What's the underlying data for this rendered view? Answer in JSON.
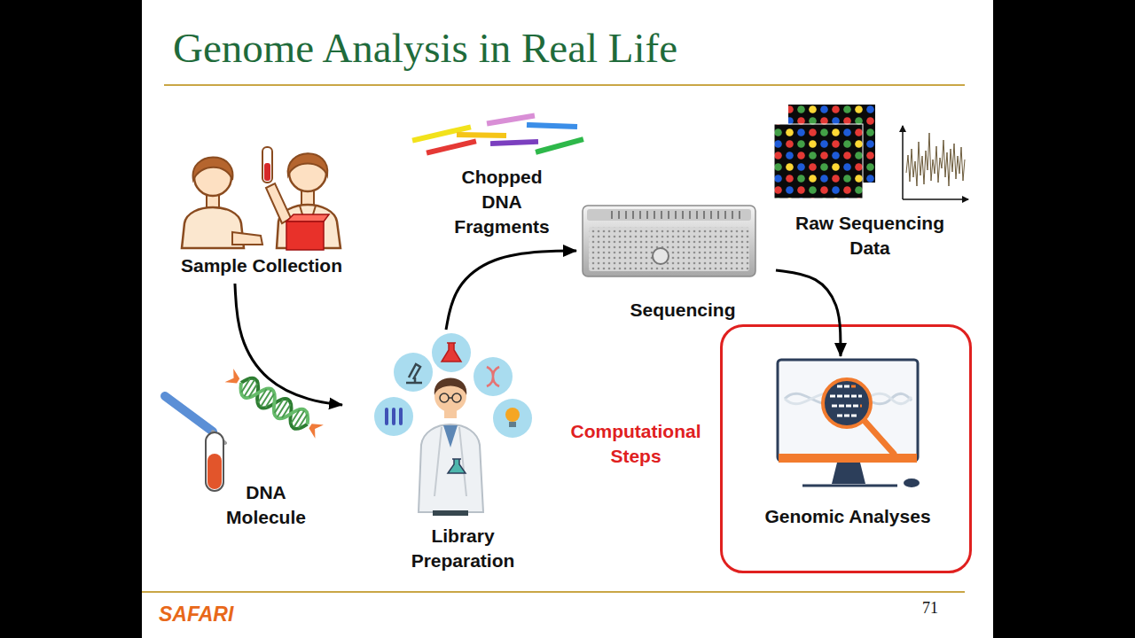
{
  "diagram": {
    "title": "Genome Analysis in Real Life",
    "nodes": [
      {
        "text": [
          "Sample Collection"
        ]
      },
      {
        "text": [
          "Sequencing"
        ]
      },
      {
        "text": [
          "Library Preparation"
        ]
      },
      {
        "text": [
          "Computational Steps"
        ]
      },
      {
        "text": [
          "Genomic Analyses"
        ],
        "in": 3
      }
    ],
    "edges": [
      {
        "from": 0,
        "to": 2,
        "arrow": "to"
      },
      {
        "from": 2,
        "to": 1,
        "arrow": "to"
      },
      {
        "from": 1,
        "to": 4,
        "arrow": "to"
      }
    ],
    "labels": [
      "Chopped DNA Fragments",
      "Raw Sequencing Data",
      "DNA Molecule",
      "SAFARI",
      "71"
    ]
  }
}
